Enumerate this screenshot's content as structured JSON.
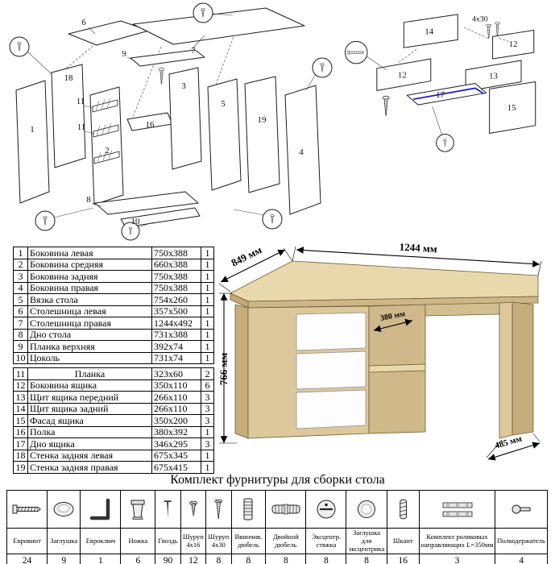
{
  "colors": {
    "wood": "#dcc89b",
    "wood_dark": "#c6ae7c",
    "drawer_front": "#ffffff",
    "highlight_blue": "#1414cc"
  },
  "exploded": {
    "part_labels": {
      "p1": "1",
      "p2": "2",
      "p3": "3",
      "p4": "4",
      "p5": "5",
      "p6": "6",
      "p7": "7",
      "p8": "8",
      "p9": "9",
      "p10": "10",
      "p11a": "11",
      "p11b": "11",
      "p16": "16",
      "p18": "18",
      "p19": "19"
    }
  },
  "drawer_detail": {
    "part_labels": {
      "p14": "14",
      "p12a": "12",
      "p12b": "12",
      "p13": "13",
      "p17": "17",
      "p15": "15"
    },
    "screw_label": "4x30"
  },
  "desk": {
    "dims": {
      "width": "1244 мм",
      "left_depth": "849 мм",
      "height": "766 мм",
      "shelf_depth": "380 мм",
      "right_depth": "485 мм"
    }
  },
  "parts_table_1": {
    "rows": [
      {
        "num": "1",
        "name": "Боковина левая",
        "size": "750x388",
        "qty": "1"
      },
      {
        "num": "2",
        "name": "Боковина средняя",
        "size": "660x388",
        "qty": "1"
      },
      {
        "num": "3",
        "name": "Боковина задняя",
        "size": "750x388",
        "qty": "1"
      },
      {
        "num": "4",
        "name": "Боковина правая",
        "size": "750x388",
        "qty": "1"
      },
      {
        "num": "5",
        "name": "Вязка стола",
        "size": "754x260",
        "qty": "1"
      },
      {
        "num": "6",
        "name": "Столешница левая",
        "size": "357x500",
        "qty": "1"
      },
      {
        "num": "7",
        "name": "Столешница правая",
        "size": "1244x492",
        "qty": "1"
      },
      {
        "num": "8",
        "name": "Дно стола",
        "size": "731x388",
        "qty": "1"
      },
      {
        "num": "9",
        "name": "Планка верхняя",
        "size": "392x74",
        "qty": "1"
      },
      {
        "num": "10",
        "name": "Цоколь",
        "size": "731x74",
        "qty": "1"
      }
    ]
  },
  "parts_table_2": {
    "rows": [
      {
        "num": "11",
        "name": "Планка",
        "size": "323x60",
        "qty": "2"
      },
      {
        "num": "12",
        "name": "Боковина ящика",
        "size": "350x110",
        "qty": "6"
      },
      {
        "num": "13",
        "name": "Щит ящика передний",
        "size": "266x110",
        "qty": "3"
      },
      {
        "num": "14",
        "name": "Щит ящика задний",
        "size": "266x110",
        "qty": "3"
      },
      {
        "num": "15",
        "name": "Фасад ящика",
        "size": "350x200",
        "qty": "3"
      },
      {
        "num": "16",
        "name": "Полка",
        "size": "380x392",
        "qty": "1"
      },
      {
        "num": "17",
        "name": "Дно ящика",
        "size": "346x295",
        "qty": "3"
      },
      {
        "num": "18",
        "name": "Стенка задняя левая",
        "size": "675x345",
        "qty": "1"
      },
      {
        "num": "19",
        "name": "Стенка задняя правая",
        "size": "675x415",
        "qty": "1"
      }
    ]
  },
  "hardware": {
    "title": "Комплект фурнитуры для сборки стола",
    "items": [
      {
        "label": "Евровинт",
        "qty": "24",
        "icon": "#i-hw-confirmat"
      },
      {
        "label": "Заглушка",
        "qty": "9",
        "icon": "#i-hw-cap"
      },
      {
        "label": "Евроключ",
        "qty": "1",
        "icon": "#i-hw-hexkey"
      },
      {
        "label": "Ножка",
        "qty": "6",
        "icon": "#i-hw-leg"
      },
      {
        "label": "Гвоздь",
        "qty": "90",
        "icon": "#i-hw-nail"
      },
      {
        "label": "Шуруп 4x16",
        "qty": "12",
        "icon": "#i-hw-screw16"
      },
      {
        "label": "Шуруп 4x30",
        "qty": "8",
        "icon": "#i-hw-screw30"
      },
      {
        "label": "Ввинчив. дюбель",
        "qty": "8",
        "icon": "#i-hw-dowel-screwin"
      },
      {
        "label": "Двойной дюбель",
        "qty": "8",
        "icon": "#i-hw-dowel-double"
      },
      {
        "label": "Эксцентр. стяжка",
        "qty": "8",
        "icon": "#i-hw-cam"
      },
      {
        "label": "Заглушка для эксцентрика",
        "qty": "8",
        "icon": "#i-hw-camcap"
      },
      {
        "label": "Шкант",
        "qty": "16",
        "icon": "#i-hw-shkant"
      },
      {
        "label": "Комплект роликовых направляющих L=350мм",
        "qty": "3",
        "icon": "#i-hw-rail"
      },
      {
        "label": "Полкодержатель",
        "qty": "4",
        "icon": "#i-hw-shelfpin"
      }
    ]
  }
}
